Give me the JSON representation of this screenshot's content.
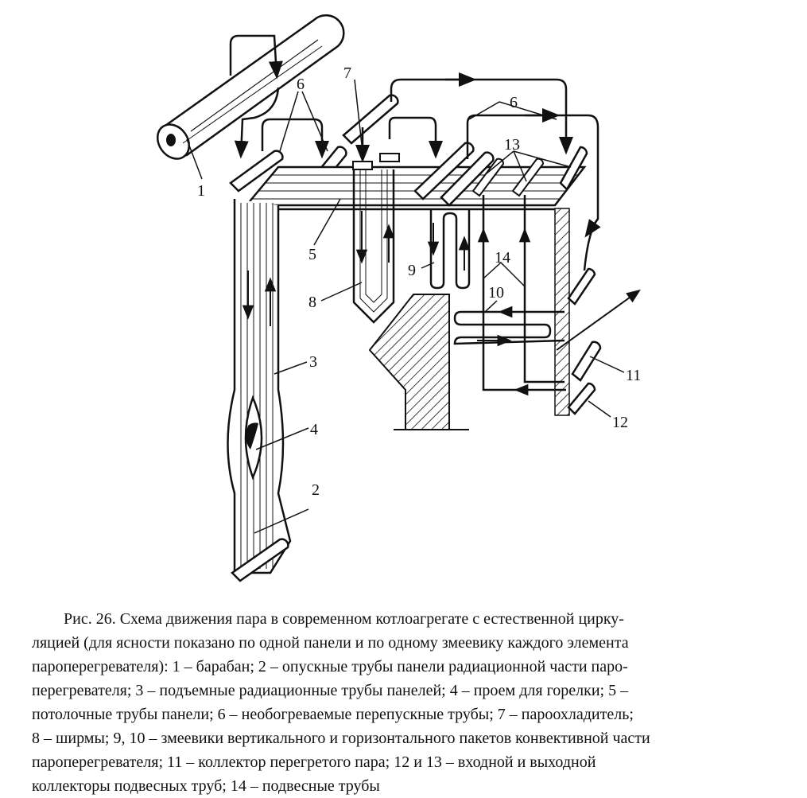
{
  "labels": {
    "l1": "1",
    "l2": "2",
    "l3": "3",
    "l4": "4",
    "l5": "5",
    "l6a": "6",
    "l6b": "6",
    "l7": "7",
    "l8": "8",
    "l9": "9",
    "l10": "10",
    "l11": "11",
    "l12": "12",
    "l13": "13",
    "l14": "14"
  },
  "caption": {
    "lines": [
      "Рис. 26. Схема движения пара в современном котлоагрегате с естественной цирку-",
      "ляцией (для ясности показано по одной панели и по одному змеевику каждого элемента",
      "пароперегревателя): 1 – барабан; 2 – опускные   трубы панели радиационной части паро-",
      "перегревателя; 3 – подъемные радиационные трубы панелей; 4 – проем для горелки; 5 –",
      "потолочные трубы панели;    6 – необогреваемые перепускные трубы; 7 – пароохладитель;",
      "8 – ширмы; 9, 10 – змеевики вертикального и горизонтального пакетов конвективной части",
      "пароперегревателя; 11 – коллектор перегретого пара; 12 и 13 – входной и выходной",
      "коллекторы подвесных труб; 14 – подвесные трубы"
    ]
  }
}
